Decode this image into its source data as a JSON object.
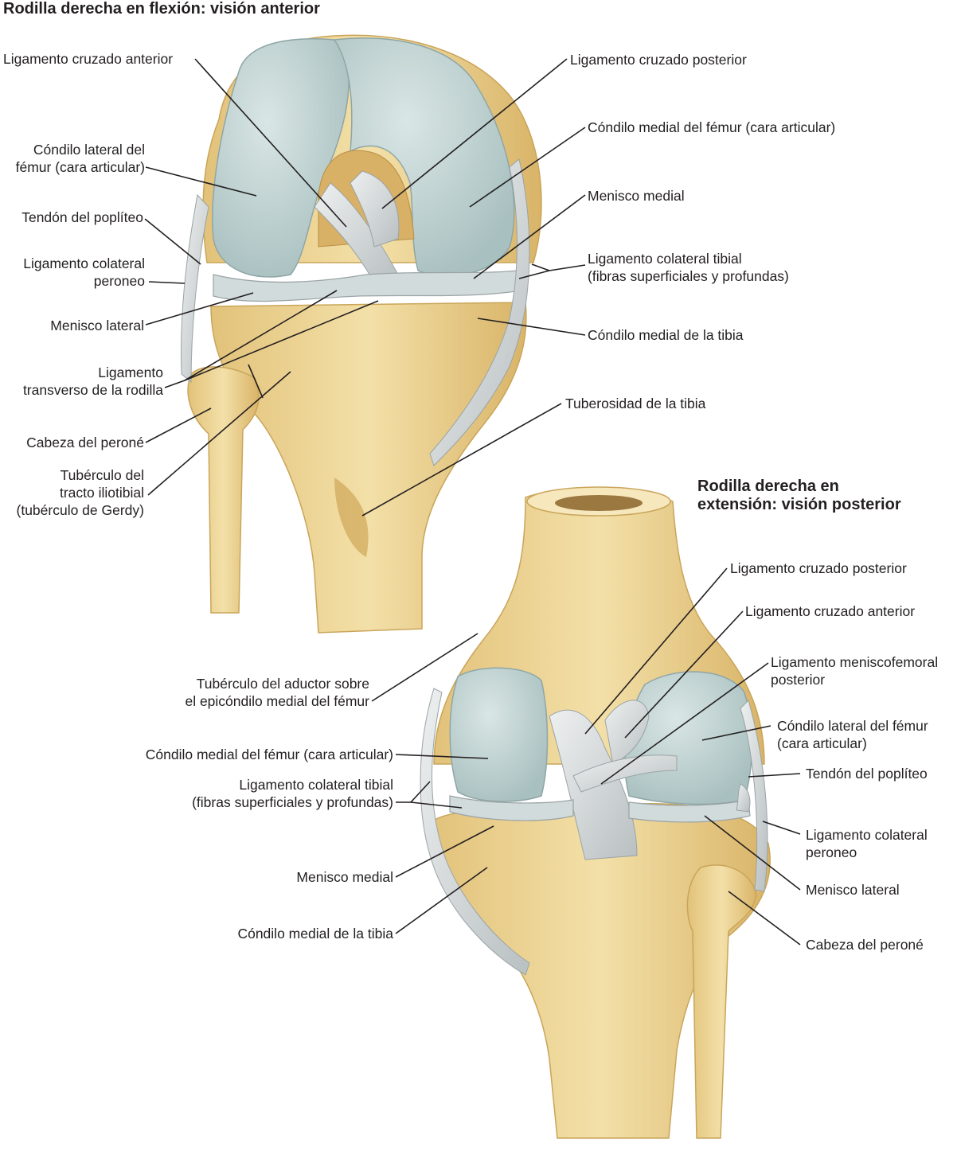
{
  "colors": {
    "bone": "#e9cf8a",
    "bone_light": "#f4e3b0",
    "bone_dark": "#c9a55a",
    "cartilage": "#b7cbcb",
    "cartilage_light": "#d5e3e2",
    "ligament": "#dcdfe0",
    "ligament_shadow": "#a9b1b3",
    "leader": "#231f20"
  },
  "anterior": {
    "title": "Rodilla derecha en flexión: visión anterior",
    "labels": {
      "acl": "Ligamento cruzado anterior",
      "pcl": "Ligamento cruzado posterior",
      "lat_condyle": "Cóndilo lateral del\nfémur (cara articular)",
      "med_condyle": "Cóndilo medial del fémur (cara articular)",
      "popliteus": "Tendón del poplíteo",
      "med_meniscus": "Menisco medial",
      "fibular_coll": "Ligamento colateral\nperoneo",
      "tibial_coll": "Ligamento colateral tibial\n(fibras superficiales y profundas)",
      "lat_meniscus": "Menisco lateral",
      "med_tib_condyle": "Cóndilo medial de la tibia",
      "transverse": "Ligamento\ntransverso de la rodilla",
      "tuberosity": "Tuberosidad de la tibia",
      "fibula_head": "Cabeza del peroné",
      "gerdy": "Tubérculo del\ntracto iliotibial\n(tubérculo de Gerdy)"
    }
  },
  "posterior": {
    "title": "Rodilla derecha en\nextensión: visión posterior",
    "labels": {
      "pcl": "Ligamento cruzado posterior",
      "acl": "Ligamento cruzado anterior",
      "menisco_fem": "Ligamento meniscofemoral\nposterior",
      "adductor": "Tubérculo del aductor sobre\nel epicóndilo medial del fémur",
      "lat_condyle": "Cóndilo lateral del fémur\n(cara articular)",
      "med_condyle": "Cóndilo medial del fémur (cara articular)",
      "popliteus": "Tendón del poplíteo",
      "tibial_coll": "Ligamento colateral tibial\n(fibras superficiales y profundas)",
      "fibular_coll": "Ligamento colateral\nperoneo",
      "med_meniscus": "Menisco medial",
      "lat_meniscus": "Menisco lateral",
      "med_tib_condyle": "Cóndilo medial de la tibia",
      "fibula_head": "Cabeza del peroné"
    }
  }
}
